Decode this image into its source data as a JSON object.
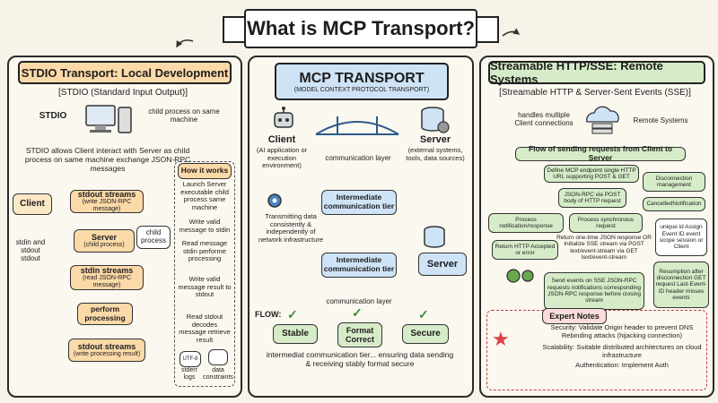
{
  "title": "What is MCP Transport?",
  "stdio": {
    "header": "STDIO Transport: Local Development",
    "subtitle": "[STDIO (Standard Input Output)]",
    "stdio_label": "STDIO",
    "child_process_note": "child process on same machine",
    "description": "STDIO allows Client interact with Server as child process on same machine exchange JSON-RPC messages",
    "client": "Client",
    "stdout_streams_title": "stdout streams",
    "stdout_streams_sub": "(write JSON-RPC message)",
    "server_title": "Server",
    "server_sub": "(child process)",
    "child_process_tag": "child process",
    "stdin_streams_title": "stdin streams",
    "stdin_streams_sub": "(read JSON-RPC message)",
    "perform": "perform processing",
    "stdout_result_title": "stdout streams",
    "stdout_result_sub": "(write processing result)",
    "side_label": "stdin and stdout stdout",
    "how_title": "How it works",
    "how_steps": [
      "Launch Server executable child process same machine",
      "Write valid message to stdin",
      "Read message stdin performe processing",
      "Write valid message result to stdout",
      "Read stdout decodes message retrieve result"
    ],
    "icon_utf8": "UTF-8",
    "icon_stderr_logs": "stderr logs",
    "icon_data_constraints": "data constraints"
  },
  "mcp": {
    "title": "MCP TRANSPORT",
    "subtitle": "(MODEL CONTEXT PROTOCOL TRANSPORT)",
    "client_title": "Client",
    "client_sub": "(AI application or execution environment)",
    "server_title": "Server",
    "server_sub": "(external systems, tools, data sources)",
    "comm_layer_top": "communication layer",
    "tier1": "Intermediate communication tier",
    "transmit_note": "Transmitting data consistently & independently of network infrastructure",
    "tier2": "Intermediate communication tier",
    "server_box": "Server",
    "comm_layer_bottom": "communication layer",
    "flow_label": "FLOW:",
    "flow_steps": [
      "Stable",
      "Format Correct",
      "Secure"
    ],
    "bottom_caption": "intermediat communication tier... ensuring data sending & receiving stably format secure"
  },
  "http": {
    "header": "Streamable HTTP/SSE: Remote Systems",
    "subtitle": "[Streamable HTTP & Server-Sent Events (SSE)]",
    "multi_client": "handles multiple Client connections",
    "remote_systems": "Remote Systems",
    "flow_banner": "Flow of sending requests from Client to Server",
    "define_endpoint": "Define MCP endpoint single HTTP URL supporting POST & GET",
    "jsonrpc_post": "JSON-RPC via POST body of HTTP request",
    "disconnection_mgmt": "Disconnection management",
    "cancelled_notification": "CancelledNotification",
    "process_notification": "Process notification/response",
    "process_sync": "Process synchronous request",
    "return_http": "Return HTTP Accepted or error",
    "return_choice": "Return one-time JSON response OR Initialize SSE stream via POST text/event-stream via GET text/event-stream",
    "unique_id": "unique id Assign Event ID event scope session or Client",
    "send_events": "Send events on SSE JSON-RPC requests notifications corresponding JSON-RPC response before closing stream",
    "resumption": "Resumption after disconnection GET request Last-Event-ID header misses events",
    "expert_title": "Expert Notes",
    "notes": [
      "Security: Validate Origin header to prevent DNS Rebinding attacks (hijacking connection)",
      "Scalability: Suitable distributed architectures on cloud infrastructure",
      "Authentication: Implement Auth"
    ]
  }
}
